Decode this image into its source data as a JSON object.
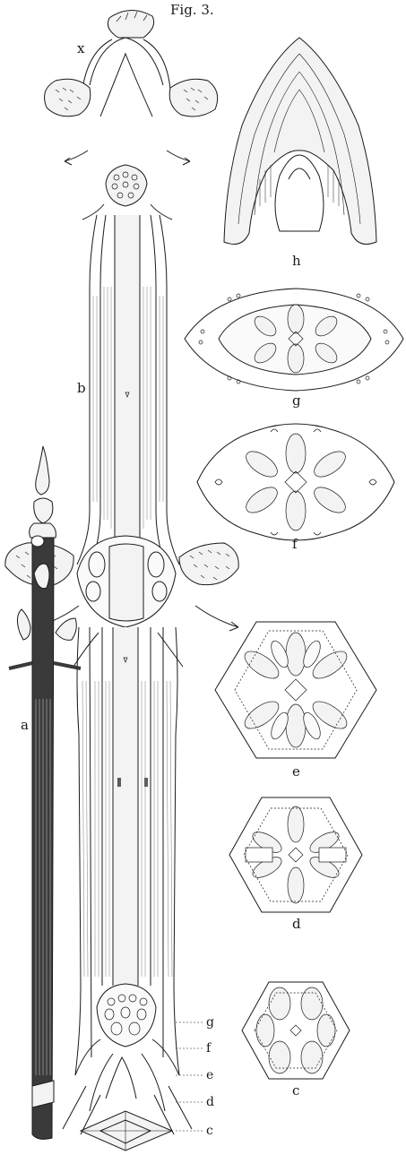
{
  "figure": {
    "title": "Fig. 3.",
    "colors": {
      "ink": "#1a1a1a",
      "paper": "#ffffff",
      "wash": "#f3f3f3",
      "stem": "#3a3a3a"
    }
  },
  "labels": {
    "x": "x",
    "b": "b",
    "a": "a",
    "h": "h",
    "g": "g",
    "f": "f",
    "e": "e",
    "d": "d",
    "c": "c"
  },
  "axis_markers": {
    "g": "g",
    "f": "f",
    "e": "e",
    "d": "d",
    "c": "c"
  }
}
